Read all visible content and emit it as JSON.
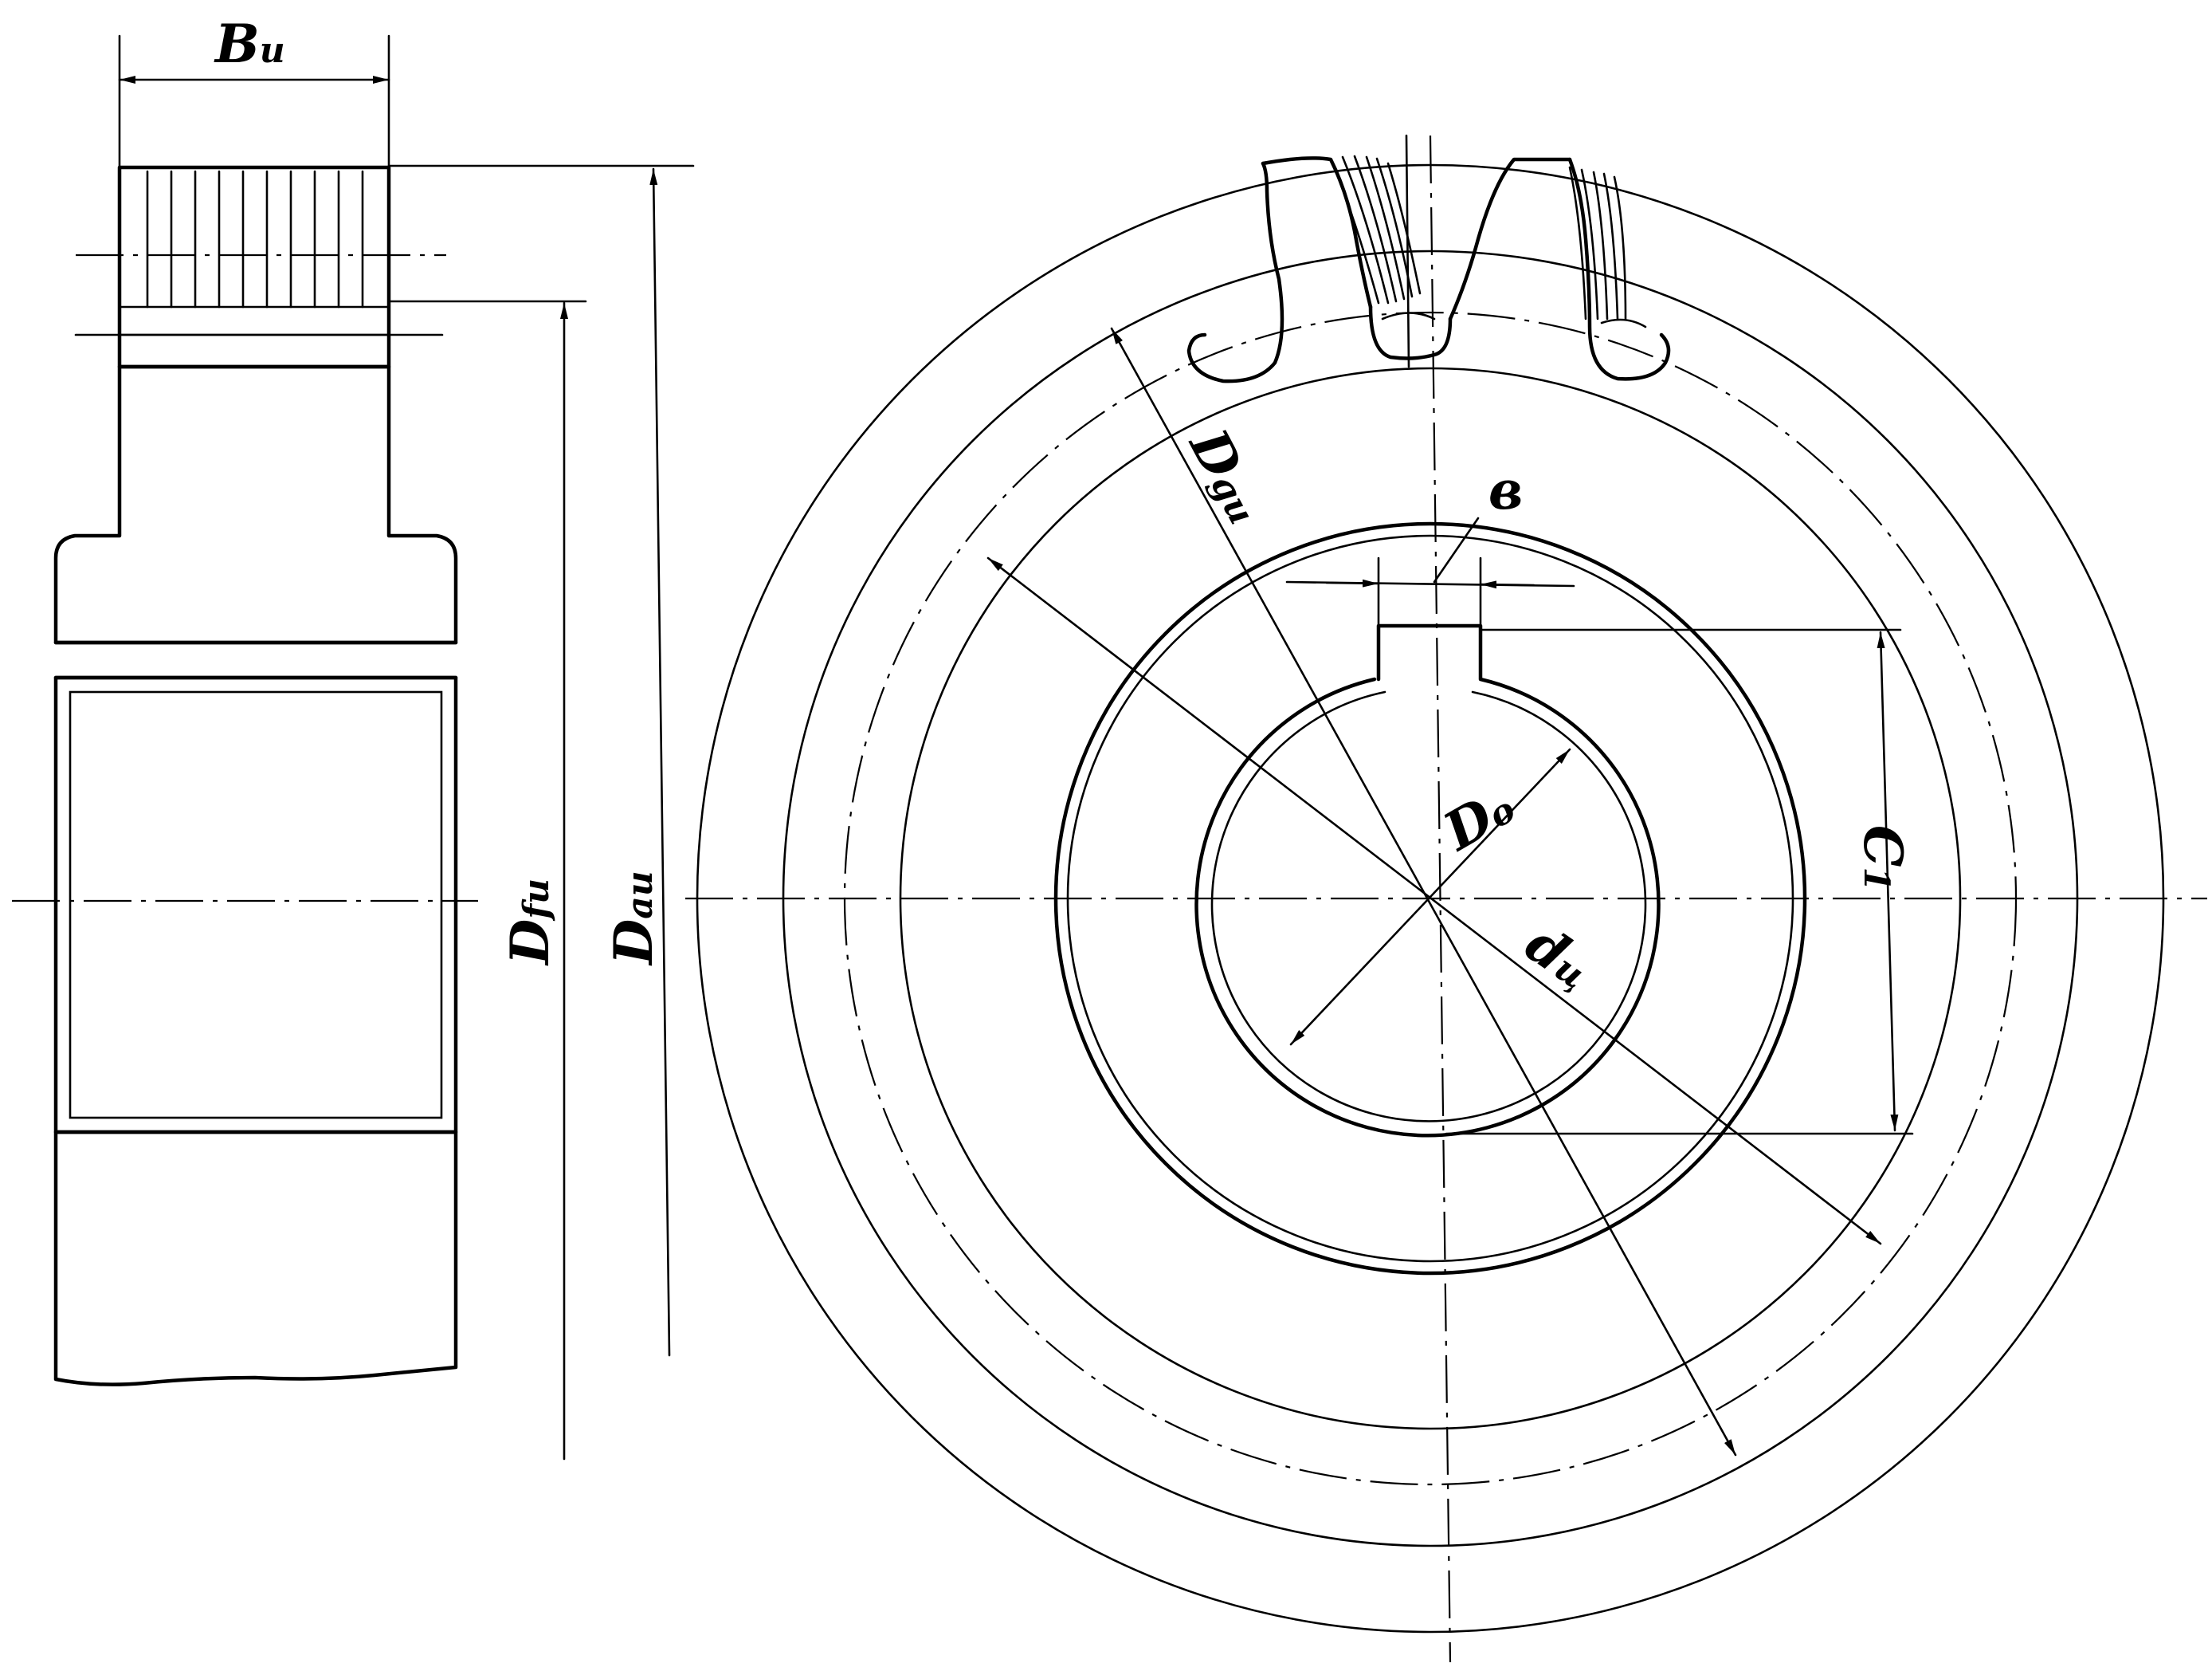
{
  "labels": {
    "B": "B",
    "B_sub": "u",
    "Df": "D",
    "Df_sub": "fu",
    "Da": "D",
    "Da_sub": "au",
    "Dp": "D",
    "Dp_sub": "gu",
    "b": "в",
    "D0": "D",
    "D0_sub": "o",
    "C1": "C",
    "C1_sub": "1",
    "d": "d",
    "d_sub": "ц"
  }
}
